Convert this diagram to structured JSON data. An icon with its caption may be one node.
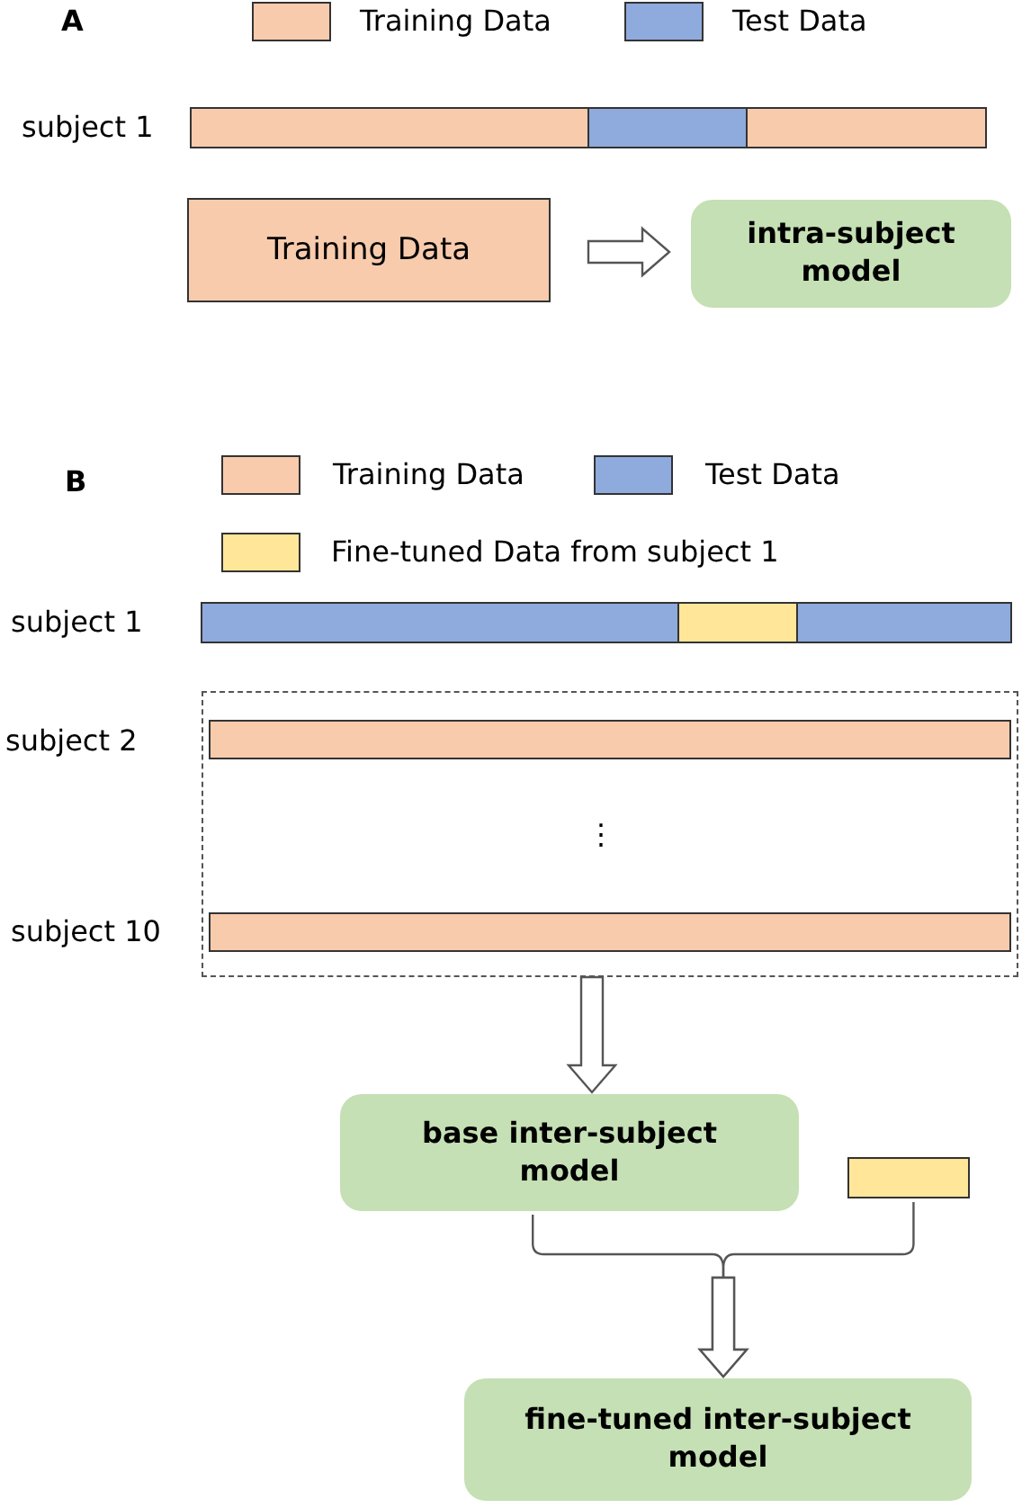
{
  "diagram": {
    "nodes": [
      {
        "text": [
          "Training Data"
        ]
      },
      {
        "text": [
          "intra-subject model"
        ]
      },
      {
        "text": [],
        "shape": "box"
      },
      {
        "text": [],
        "shape": "bar",
        "in": 2
      },
      {
        "text": [],
        "shape": "bar",
        "in": 2
      },
      {
        "text": [
          "base inter-subject model"
        ]
      },
      {
        "text": [],
        "shape": "bar"
      },
      {
        "text": [
          "fine-tuned inter-subject model"
        ]
      }
    ],
    "edges": [
      {
        "from": 0,
        "to": 1,
        "arrow": "to"
      },
      {
        "from": 2,
        "to": 5,
        "arrow": "to"
      },
      {
        "from": 5,
        "to": 7,
        "arrow": "to"
      },
      {
        "from": 6,
        "to": 7,
        "arrow": "to"
      }
    ],
    "labels": [
      "A",
      "subject 1",
      "B",
      "subject 1",
      "subject 2",
      "⋮",
      "subject 10"
    ],
    "legend": [
      {
        "text": "Training Data",
        "color": "#f8cbad"
      },
      {
        "text": "Test Data",
        "color": "#8faadc"
      },
      {
        "text": "Training Data",
        "color": "#f8cbad"
      },
      {
        "text": "Test Data",
        "color": "#8faadc"
      },
      {
        "text": "Fine-tuned Data from subject 1",
        "color": "#ffe699"
      }
    ]
  }
}
